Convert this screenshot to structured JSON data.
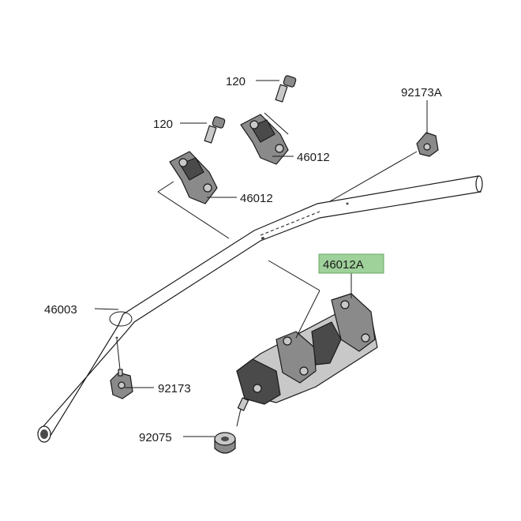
{
  "callouts": {
    "bolt_upper": "120",
    "bolt_lower": "120",
    "holder_upper": "46012",
    "holder_lower": "46012",
    "clamp_right": "92173A",
    "handlebar": "46003",
    "handlebar_holder": "46012A",
    "clamp_left": "92173",
    "damper": "92075"
  },
  "colors": {
    "highlight_fill": "#9fd19a",
    "highlight_border": "#6aa865",
    "line": "#1a1a1a"
  }
}
